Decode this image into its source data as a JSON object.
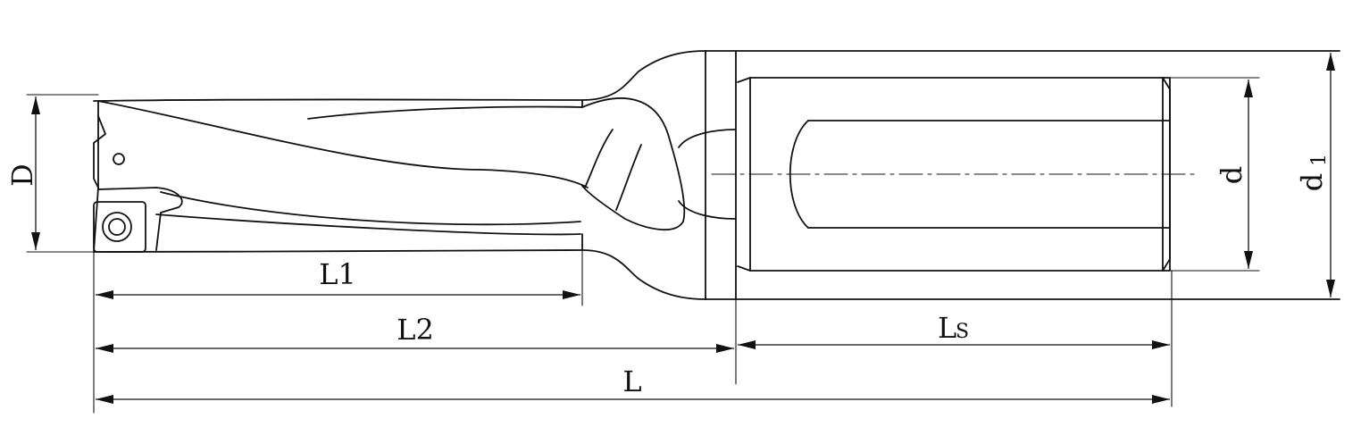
{
  "diagram": {
    "labels": {
      "D": "D",
      "d": "d",
      "d1_main": "d",
      "d1_sub": "1",
      "L": "L",
      "L1": "L1",
      "L2": "L2",
      "Ls_main": "L",
      "Ls_sub": "S"
    },
    "colors": {
      "line": "#111111",
      "background": "#ffffff"
    }
  }
}
